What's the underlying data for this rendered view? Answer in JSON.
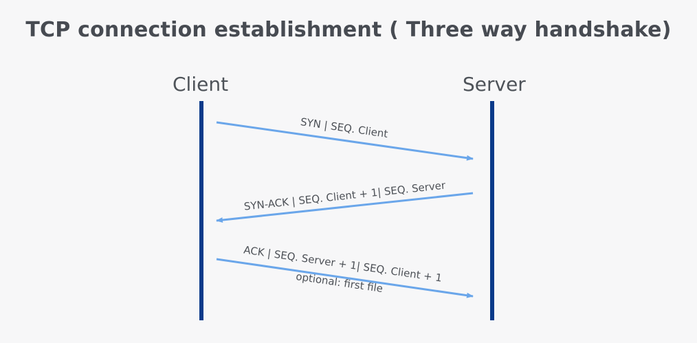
{
  "title": "TCP connection establishment ( Three way handshake)",
  "colors": {
    "lifeline": "#0a3a8a",
    "arrow": "#6aa6ea",
    "title": "#474b52",
    "text": "#4e5359",
    "background": "#f7f7f8"
  },
  "actors": {
    "client": "Client",
    "server": "Server"
  },
  "messages": [
    {
      "from": "client",
      "to": "server",
      "label": "SYN | SEQ. Client"
    },
    {
      "from": "server",
      "to": "client",
      "label": "SYN-ACK | SEQ. Client + 1| SEQ. Server"
    },
    {
      "from": "client",
      "to": "server",
      "label": "ACK | SEQ. Server + 1| SEQ. Client + 1",
      "sublabel": "optional: first file"
    }
  ]
}
